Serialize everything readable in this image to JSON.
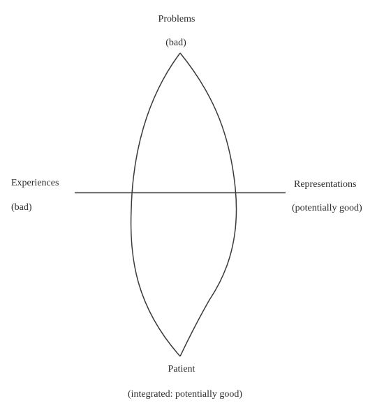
{
  "top": {
    "title": "Problems",
    "qualifier": "(bad)"
  },
  "left": {
    "title": "Experiences",
    "qualifier": "(bad)"
  },
  "right": {
    "title": "Representations",
    "qualifier": "(potentially good)"
  },
  "bottom": {
    "title": "Patient",
    "qualifier": "(integrated: potentially good)"
  },
  "colors": {
    "stroke": "#3a3a3a",
    "text": "#2b2b2b"
  }
}
